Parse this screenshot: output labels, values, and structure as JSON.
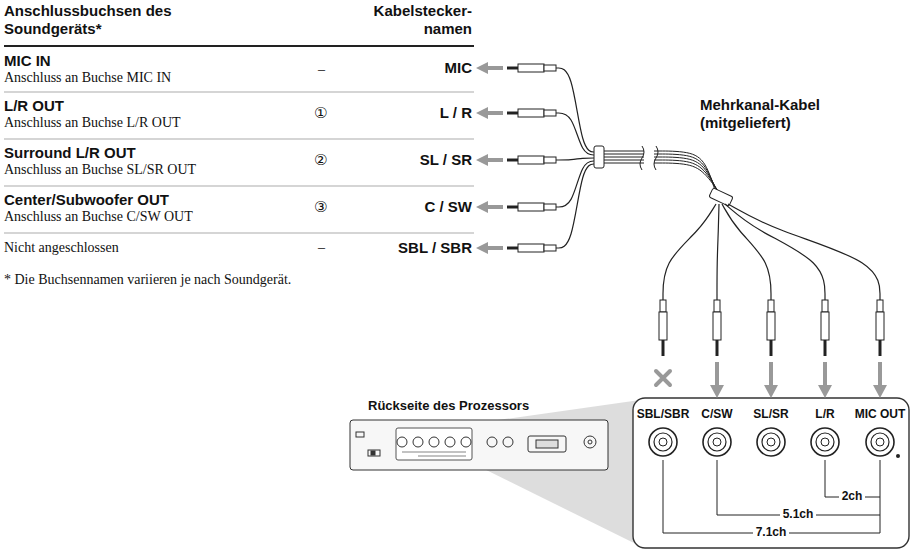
{
  "diagram": {
    "nodes": [
      {
        "text": [
          "SBL/SBR"
        ]
      },
      {
        "text": [
          "C/SW"
        ]
      },
      {
        "text": [
          "SL/SR"
        ]
      },
      {
        "text": [
          "L/R"
        ]
      },
      {
        "text": [
          "MIC OUT"
        ]
      }
    ],
    "labels": [
      "Anschlussbuchsen des Soundgeräts*",
      "Kabelstecker- namen",
      "MIC IN",
      "Anschluss an Buchse MIC IN",
      "–",
      "MIC",
      "L/R OUT",
      "Anschluss an Buchse L/R OUT",
      "①",
      "L / R",
      "Surround L/R OUT",
      "Anschluss an Buchse SL/SR OUT",
      "②",
      "SL / SR",
      "Center/Subwoofer OUT",
      "Anschluss an Buchse C/SW OUT",
      "③",
      "C / SW",
      "Nicht angeschlossen",
      "–",
      "SBL / SBR",
      "* Die Buchsennamen variieren je nach Soundgerät.",
      "Mehrkanal-Kabel (mitgeliefert)",
      "Rückseite des Prozessors",
      "2ch",
      "5.1ch",
      "7.1ch"
    ]
  }
}
